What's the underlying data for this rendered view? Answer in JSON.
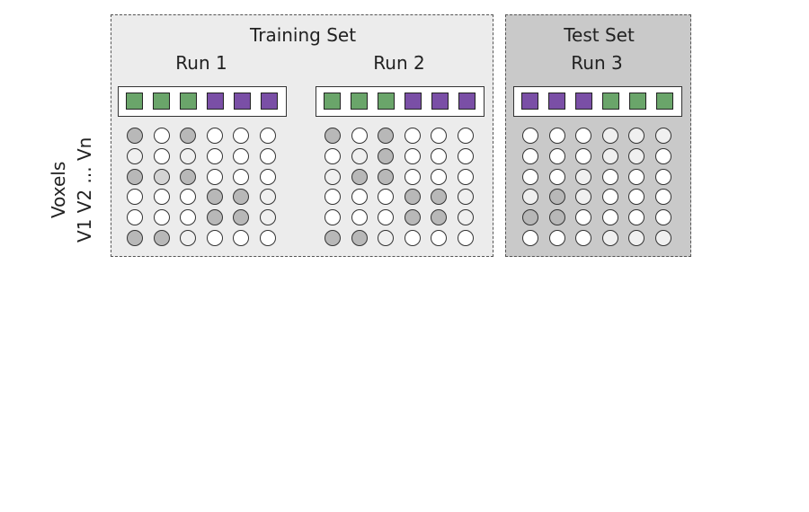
{
  "colors": {
    "green": "#6aa56a",
    "purple": "#7a4fa6",
    "training_bg": "#ececec",
    "test_bg": "#c9c9c9",
    "voxel_light": "#ffffff",
    "voxel_pale": "#f0f0f0",
    "voxel_mid": "#d4d4d4",
    "voxel_dark": "#b8b8b8"
  },
  "training_set": {
    "title": "Training Set",
    "runs": [
      {
        "label": "Run 1",
        "conditions": [
          "green",
          "green",
          "green",
          "purple",
          "purple",
          "purple"
        ],
        "voxels": [
          [
            "dark",
            "light",
            "dark",
            "light",
            "light",
            "light"
          ],
          [
            "pale",
            "light",
            "pale",
            "light",
            "light",
            "light"
          ],
          [
            "dark",
            "mid",
            "dark",
            "light",
            "light",
            "light"
          ],
          [
            "light",
            "light",
            "light",
            "dark",
            "dark",
            "pale"
          ],
          [
            "light",
            "light",
            "light",
            "dark",
            "dark",
            "pale"
          ],
          [
            "dark",
            "dark",
            "pale",
            "light",
            "light",
            "light"
          ]
        ]
      },
      {
        "label": "Run 2",
        "conditions": [
          "green",
          "green",
          "green",
          "purple",
          "purple",
          "purple"
        ],
        "voxels": [
          [
            "dark",
            "light",
            "dark",
            "light",
            "light",
            "light"
          ],
          [
            "light",
            "pale",
            "dark",
            "light",
            "light",
            "light"
          ],
          [
            "pale",
            "dark",
            "dark",
            "light",
            "light",
            "light"
          ],
          [
            "light",
            "light",
            "light",
            "dark",
            "dark",
            "pale"
          ],
          [
            "light",
            "light",
            "light",
            "dark",
            "dark",
            "pale"
          ],
          [
            "dark",
            "dark",
            "pale",
            "light",
            "light",
            "light"
          ]
        ]
      }
    ]
  },
  "test_set": {
    "title": "Test Set",
    "runs": [
      {
        "label": "Run 3",
        "conditions": [
          "purple",
          "purple",
          "purple",
          "green",
          "green",
          "green"
        ],
        "voxels": [
          [
            "light",
            "light",
            "light",
            "pale",
            "pale",
            "pale"
          ],
          [
            "light",
            "light",
            "light",
            "pale",
            "pale",
            "light"
          ],
          [
            "light",
            "light",
            "pale",
            "light",
            "light",
            "light"
          ],
          [
            "pale",
            "dark",
            "pale",
            "light",
            "light",
            "light"
          ],
          [
            "dark",
            "dark",
            "light",
            "light",
            "light",
            "light"
          ],
          [
            "light",
            "light",
            "light",
            "pale",
            "pale",
            "pale"
          ]
        ]
      }
    ]
  },
  "axis": {
    "voxels_label": "Voxels",
    "voxel_sequence": "V1 V2 ... Vn"
  }
}
